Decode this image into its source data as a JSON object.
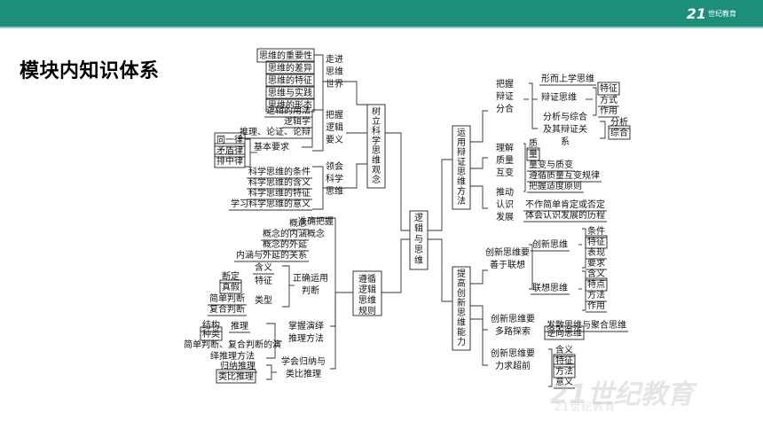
{
  "header": {
    "logo_mark": "21",
    "logo_text": "世纪教育"
  },
  "title": "模块内知识体系",
  "watermark": {
    "main": "21世纪教育",
    "sub": "21世纪教育"
  },
  "root": {
    "label": "逻辑与思维"
  },
  "branches": {
    "b1": {
      "label": "树立科学思维观念",
      "s1": {
        "label": "走进思维世界",
        "items": [
          "思维的重要性",
          "思维的差异",
          "思维的特征",
          "思维与实践",
          "思维的形态"
        ]
      },
      "s2": {
        "label": "把握逻辑要义",
        "items": [
          "逻辑的用法",
          "逻辑学",
          "推理、论证、论辩"
        ],
        "basic": {
          "label": "基本要求",
          "items": [
            "同一律",
            "矛盾律",
            "排中律"
          ]
        }
      },
      "s3": {
        "label": "领会科学思维",
        "items": [
          "科学思维的条件",
          "科学思维的含义",
          "科学思维的特征",
          "学习科学思维的意义"
        ]
      }
    },
    "b2": {
      "label": "遵循逻辑思维规则",
      "s1": {
        "label": "准确把握概念",
        "items": [
          "概念",
          "概念的内涵",
          "概念的外延",
          "内涵与外延的关系"
        ]
      },
      "s2": {
        "label": "正确运用判断",
        "hanyi": "含义",
        "tezheng": {
          "label": "特征",
          "items": [
            "断定",
            "真假"
          ]
        },
        "leixing": {
          "label": "类型",
          "items": [
            "简单判断",
            "复合判断"
          ]
        }
      },
      "s3": {
        "label": "掌握演绎推理方法",
        "tuili": {
          "label": "推理",
          "items": [
            "结构",
            "种类"
          ]
        },
        "extra": "简单判断、复合判断的演绎推理方法"
      },
      "s4": {
        "label": "学会归纳与类比推理",
        "items": [
          "归纳推理",
          "类比推理"
        ]
      }
    },
    "b3": {
      "label": "运用辩证思维方法",
      "s1": {
        "label": "把握辩证分合",
        "items": [
          "形而上学思维"
        ],
        "bianzheng": {
          "label": "辩证思维",
          "items": [
            "特征",
            "方式",
            "作用"
          ]
        },
        "fenxi": {
          "label": "分析与综合及其辩证关系",
          "items": [
            "分析",
            "综合"
          ]
        }
      },
      "s2": {
        "label": "理解质量互变",
        "items": [
          "质",
          "量",
          "量变与质变",
          "遵循质量互变规律",
          "把握适度原则"
        ]
      },
      "s3": {
        "label": "推动认识发展",
        "items": [
          "不作简单肯定或否定",
          "体会认识发展的历程"
        ]
      }
    },
    "b4": {
      "label": "提高创新思维能力",
      "s1": {
        "label": "创新思维要善于联想",
        "chuangxin": {
          "label": "创新思维",
          "items": [
            "条件",
            "特征",
            "表现",
            "要求"
          ]
        },
        "lianxiang": {
          "label": "联想思维",
          "items": [
            "含义",
            "特点",
            "方法",
            "作用"
          ]
        }
      },
      "s2": {
        "label": "创新思维要多路探索",
        "items": [
          "发散思维与聚合思维",
          "逆向思维"
        ]
      },
      "s3": {
        "label": "创新思维要力求超前",
        "items": [
          "含义",
          "特征",
          "方法",
          "意义"
        ]
      }
    }
  }
}
